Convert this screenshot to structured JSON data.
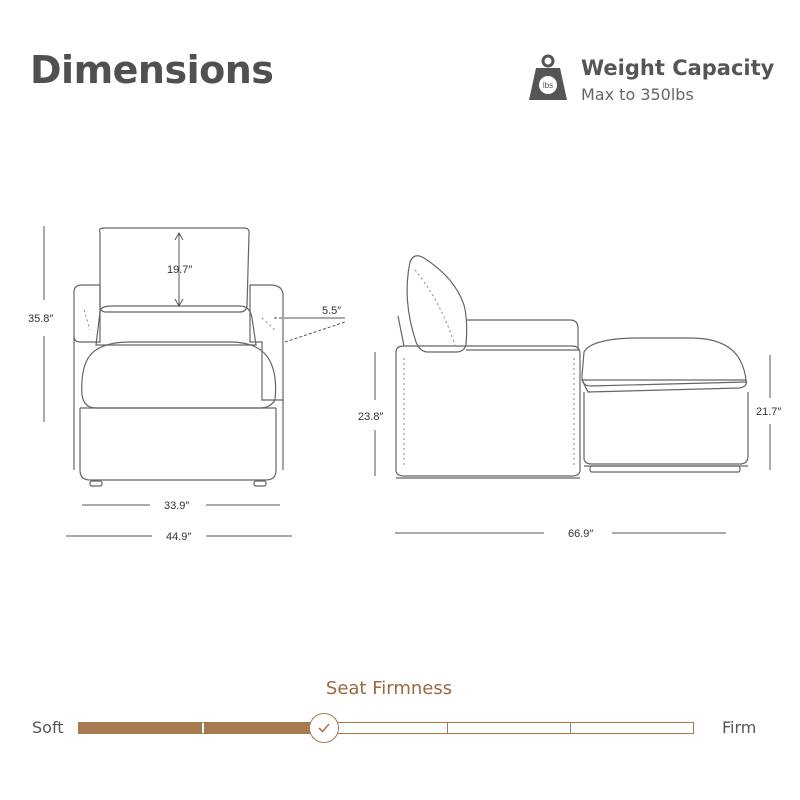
{
  "header": {
    "title": "Dimensions",
    "weight_title": "Weight Capacity",
    "weight_sub": "Max to 350lbs",
    "weight_icon": "weight-lbs-icon",
    "weight_icon_text": "lbs"
  },
  "front_view": {
    "back_cushion_height": "19.7″",
    "arm_width": "5.5″",
    "total_height": "35.8″",
    "seat_width": "33.9″",
    "total_width": "44.9″"
  },
  "side_view": {
    "seat_height": "23.8″",
    "ottoman_height": "21.7″",
    "total_length": "66.9″"
  },
  "firmness": {
    "title": "Seat Firmness",
    "soft_label": "Soft",
    "firm_label": "Firm",
    "level": 0.4,
    "segments": 5,
    "accent_color": "#a57a52"
  }
}
